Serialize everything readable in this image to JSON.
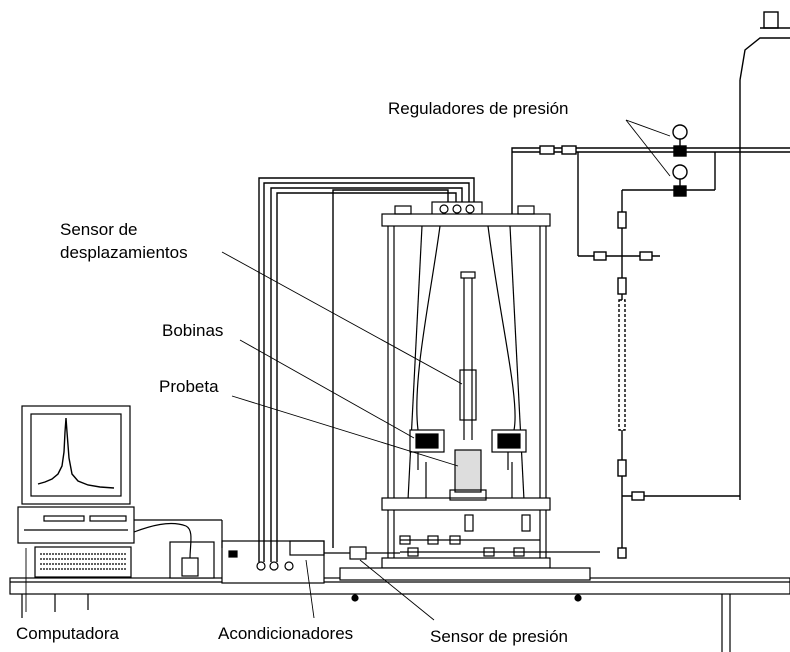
{
  "labels": {
    "reguladores": "Reguladores de presión",
    "sensor_desp_1": "Sensor de",
    "sensor_desp_2": "desplazamientos",
    "bobinas": "Bobinas",
    "probeta": "Probeta",
    "computadora": "Computadora",
    "acondicionadores": "Acondicionadores",
    "sensor_presion": "Sensor de presión"
  }
}
